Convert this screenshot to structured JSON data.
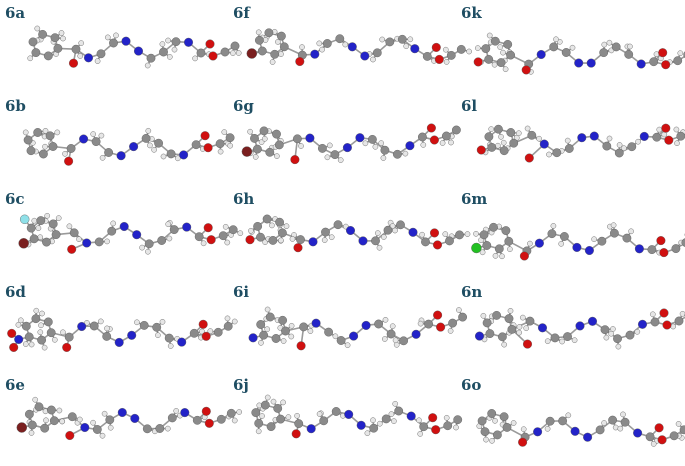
{
  "panels": [
    {
      "label": "6a",
      "substituent": "none"
    },
    {
      "label": "6f",
      "substituent": "Br"
    },
    {
      "label": "6k",
      "substituent": "O"
    },
    {
      "label": "6b",
      "substituent": "none"
    },
    {
      "label": "6g",
      "substituent": "Br"
    },
    {
      "label": "6l",
      "substituent": "O"
    },
    {
      "label": "6c",
      "substituent": "F,Br"
    },
    {
      "label": "6h",
      "substituent": "O"
    },
    {
      "label": "6m",
      "substituent": "Cl"
    },
    {
      "label": "6d",
      "substituent": "NO2"
    },
    {
      "label": "6i",
      "substituent": "N"
    },
    {
      "label": "6n",
      "substituent": "CN"
    },
    {
      "label": "6e",
      "substituent": "Br"
    },
    {
      "label": "6j",
      "substituent": "none"
    },
    {
      "label": "6o",
      "substituent": "none"
    }
  ],
  "colors": {
    "label": "#1f4e63",
    "carbon": "#8a8a8a",
    "hydrogen": "#e6e6e6",
    "nitrogen": "#2323c8",
    "oxygen": "#d01010",
    "bromine": "#7a1f1f",
    "chlorine": "#22c022",
    "fluorine": "#8fe0e8",
    "bond": "#9a9a9a"
  }
}
